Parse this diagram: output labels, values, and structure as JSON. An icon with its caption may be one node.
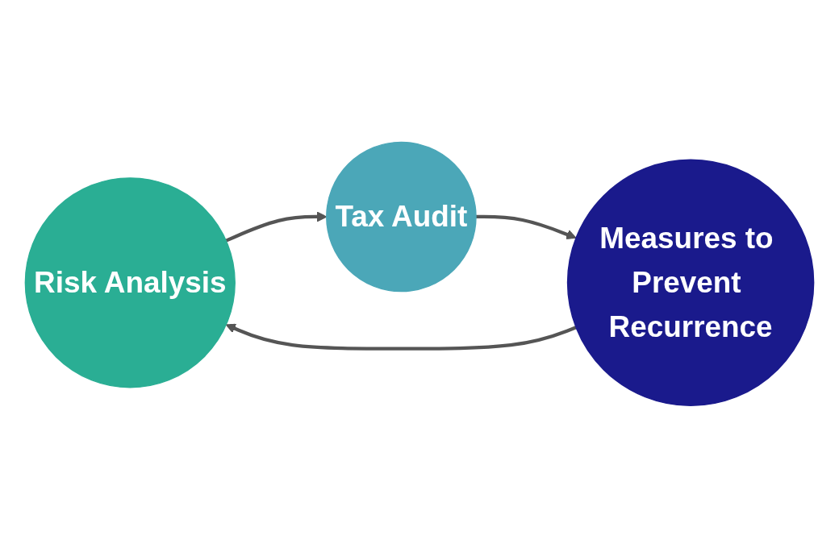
{
  "diagram": {
    "nodes": [
      {
        "text": [
          "Risk Analysis"
        ]
      },
      {
        "text": [
          "Tax Audit"
        ]
      },
      {
        "text": [
          "Measures to Prevent Recurrence"
        ]
      }
    ],
    "edges": [
      {
        "from": 0,
        "to": 1,
        "arrow": "to"
      },
      {
        "from": 1,
        "to": 2,
        "arrow": "to"
      },
      {
        "from": 2,
        "to": 0,
        "arrow": "to"
      }
    ]
  }
}
